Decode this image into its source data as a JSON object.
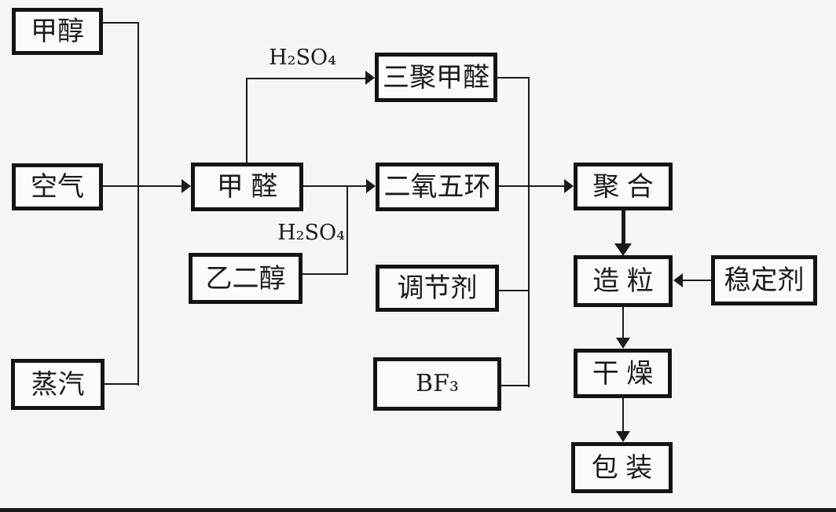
{
  "diagram_type": "process-flowchart",
  "colors": {
    "background": "#f6f6f5",
    "ink": "#1b1b1b",
    "box_fill": "#fbfbfb",
    "box_border": "#141414"
  },
  "nodes": {
    "methanol": "甲醇",
    "air": "空气",
    "steam": "蒸汽",
    "formaldehyde": "甲 醛",
    "glycol": "乙二醇",
    "trioxane": "三聚甲醛",
    "dioxolane": "二氧五环",
    "regulator": "调节剂",
    "bf3": "BF₃",
    "polymerization": "聚 合",
    "granulation": "造 粒",
    "stabilizer": "稳定剂",
    "drying": "干 燥",
    "packaging": "包 装"
  },
  "edge_labels": {
    "h2so4_to_trioxane": "H₂SO₄",
    "h2so4_to_dioxolane": "H₂SO₄"
  }
}
